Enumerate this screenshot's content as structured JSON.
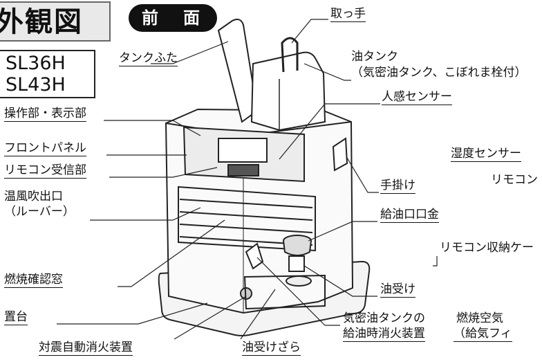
{
  "header": {
    "title": "外観図",
    "view_badge": "前　面",
    "models": [
      "SL36H",
      "SL43H"
    ]
  },
  "labels": {
    "tank_lid": "タンクふた",
    "handle": "取っ手",
    "oil_tank_line1": "油タンク",
    "oil_tank_line2": "（気密油タンク、こぼれま栓付）",
    "motion_sensor": "人感センサー",
    "control_display": "操作部・表示部",
    "front_panel": "フロントパネル",
    "remote_receiver": "リモコン受信部",
    "warm_air_outlet_line1": "温風吹出口",
    "warm_air_outlet_line2": "（ルーバー）",
    "humidity_sensor": "湿度センサー",
    "hand_grip": "手掛け",
    "remote_partial": "リモコン",
    "fuel_inlet_cap": "給油口口金",
    "remote_storage": "リモコン収納ケー",
    "combustion_window": "燃焼確認窓",
    "oil_receiver": "油受け",
    "base": "置台",
    "tank_refuel_shutoff_line1": "気密油タンクの",
    "tank_refuel_shutoff_line2": "給油時消火装置",
    "combustion_air_line1": "燃焼空気",
    "combustion_air_line2": "（給気フィ",
    "seismic_shutoff": "対震自動消火装置",
    "oil_tray": "油受けざら"
  }
}
